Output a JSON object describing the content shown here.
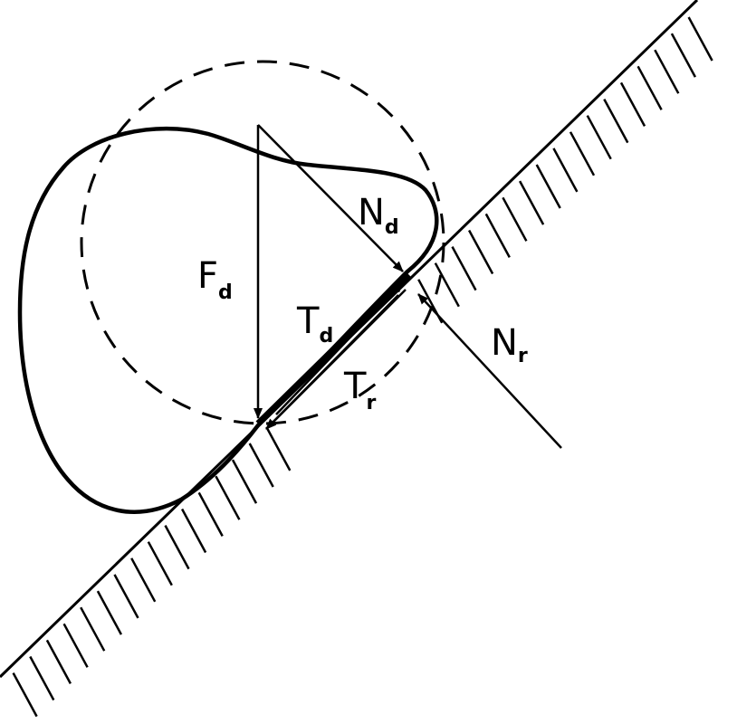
{
  "labels": {
    "fd": {
      "main": "F",
      "sub": "d"
    },
    "nd": {
      "main": "N",
      "sub": "d"
    },
    "td": {
      "main": "T",
      "sub": "d"
    },
    "tr": {
      "main": "T",
      "sub": "r"
    },
    "nr": {
      "main": "N",
      "sub": "r"
    }
  },
  "colors": {
    "ink": "#000000",
    "background": "#ffffff"
  }
}
